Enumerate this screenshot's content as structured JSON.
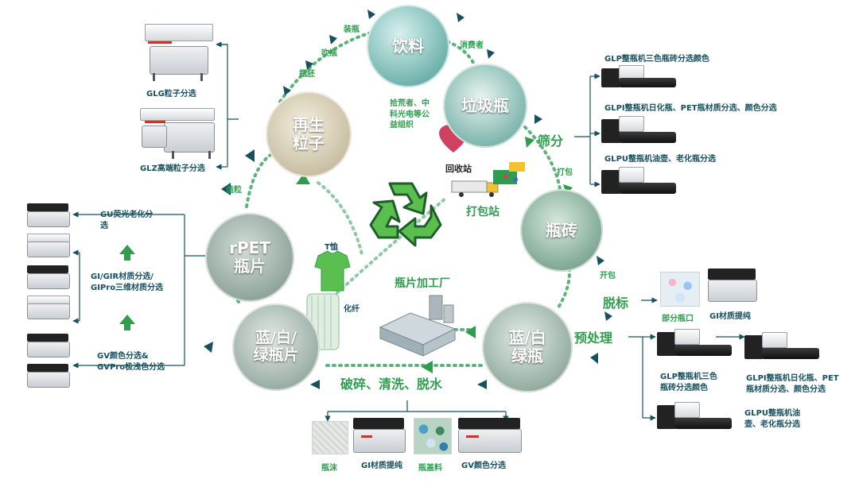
{
  "nodes": {
    "drink": "饮料",
    "waste": "垃圾瓶",
    "recycled_pellet": "再生\n粒子",
    "rpet": "rPET\n瓶片",
    "brick": "瓶砖",
    "flake": "蓝/白/\n绿瓶片",
    "bottle": "蓝/白\n绿瓶"
  },
  "flow": {
    "filling": "装瓶",
    "blowing": "吹瓶",
    "preform": "瓶胚",
    "consumer": "消费者",
    "screening": "筛分",
    "baling": "打包",
    "pelletizing": "造粒",
    "unpacking": "开包",
    "delabel": "脱标",
    "pretreat": "预处理",
    "crushing": "破碎、清洗、脱水",
    "station_recycle": "回收站",
    "station_baling": "打包站",
    "plant": "瓶片加工厂",
    "tshirt": "T恤",
    "fiber": "化纤",
    "charity": "拾荒者、中\n科光电等公\n益组织"
  },
  "machines": {
    "glg": "GLG粒子分选",
    "glz": "GLZ高端粒子分选",
    "gu": "GU荧光老化分\n选",
    "gi_gir": "GI/GIR材质分选/\nGIPro三维材质分选",
    "gv": "GV颜色分选&\nGVPro极浅色分选",
    "glp_top": "GLP整瓶机三色瓶砖分选颜色",
    "glpi_top": "GLPI整瓶机日化瓶、PET瓶材质分选、颜色分选",
    "glpu_top": "GLPU整瓶机油壶、老化瓶分选",
    "part_cap": "部分瓶口",
    "gi_purify": "GI材质提纯",
    "glp_bot": "GLP整瓶机三色\n瓶砖分选颜色",
    "glpi_bot": "GLPI整瓶机日化瓶、PET\n瓶材质分选、颜色分选",
    "glpu_bot": "GLPU整瓶机油\n壶、老化瓶分选",
    "foam": "瓶沫",
    "gi_bottom": "GI材质提纯",
    "cap": "瓶盖料",
    "gv_bottom": "GV颜色分选"
  },
  "colors": {
    "green": "#2e9e4e",
    "teal": "#17505f",
    "dots": "#5db37a"
  }
}
